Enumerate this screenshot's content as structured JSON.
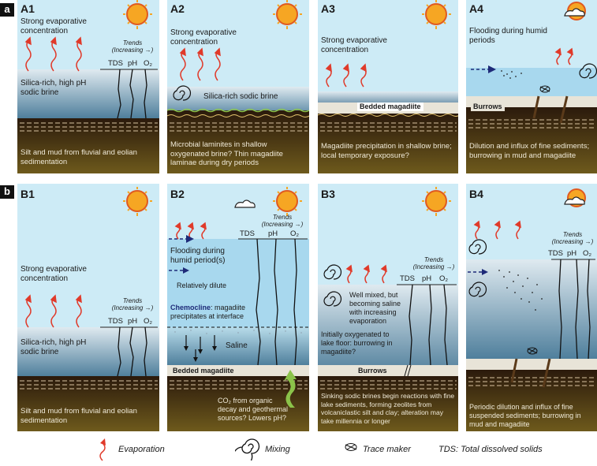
{
  "sections": {
    "a": "a",
    "b": "b"
  },
  "trends": {
    "title": "Trends",
    "sub": "(Increasing →)",
    "tds": "TDS",
    "ph": "pH",
    "o2": "O₂"
  },
  "panels": {
    "A1": {
      "id": "A1",
      "top": "Strong evaporative concentration",
      "brine": "Silica-rich, high pH sodic brine",
      "bottom": "Silt and mud from fluvial and eolian sedimentation"
    },
    "A2": {
      "id": "A2",
      "top": "Strong evaporative concentration",
      "brine": "Silica-rich sodic brine",
      "bottom": "Microbial laminites in shallow oxygenated brine? Thin magadiite laminae during dry periods"
    },
    "A3": {
      "id": "A3",
      "top": "Strong evaporative concentration",
      "layer": "Bedded magadiite",
      "bottom": "Magadiite precipitation in shallow brine; local temporary exposure?"
    },
    "A4": {
      "id": "A4",
      "top": "Flooding during humid periods",
      "layer": "Burrows",
      "bottom": "Dilution and influx of fine sediments; burrowing in mud and magadiite"
    },
    "B1": {
      "id": "B1",
      "top": "Strong evaporative concentration",
      "brine": "Silica-rich, high pH sodic brine",
      "bottom": "Silt and mud from fluvial and eolian sedimentation"
    },
    "B2": {
      "id": "B2",
      "flood": "Flooding during humid period(s)",
      "dilute": "Relatively dilute",
      "chemo_b": "Chemocline",
      "chemo": ": magadiite precipitates at interface",
      "saline": "Saline",
      "layer": "Bedded magadiite",
      "bottom": "CO₂ from organic decay and geothermal sources? Lowers pH?"
    },
    "B3": {
      "id": "B3",
      "mixed": "Well mixed, but becoming saline with increasing evaporation",
      "oxy": "Initially oxygenated to lake floor: burrowing in magadiite?",
      "layer": "Burrows",
      "bottom": "Sinking sodic brines begin reactions with fine lake sediments, forming zeolites from volcaniclastic silt and clay; alteration may take millennia or longer"
    },
    "B4": {
      "id": "B4",
      "bottom": "Periodic dilution and influx of fine suspended sediments; burrowing in mud and magadiite"
    }
  },
  "legend": {
    "evaporation": "Evaporation",
    "mixing": "Mixing",
    "trace": "Trace maker",
    "tds": "TDS: Total dissolved solids"
  },
  "colors": {
    "sky": "#cdebf6",
    "water": "#a8d8ee",
    "brine": "#5f8aa4",
    "sediment": "#3a2410",
    "sun": "#f6a623",
    "evap": "#e03a2a"
  }
}
